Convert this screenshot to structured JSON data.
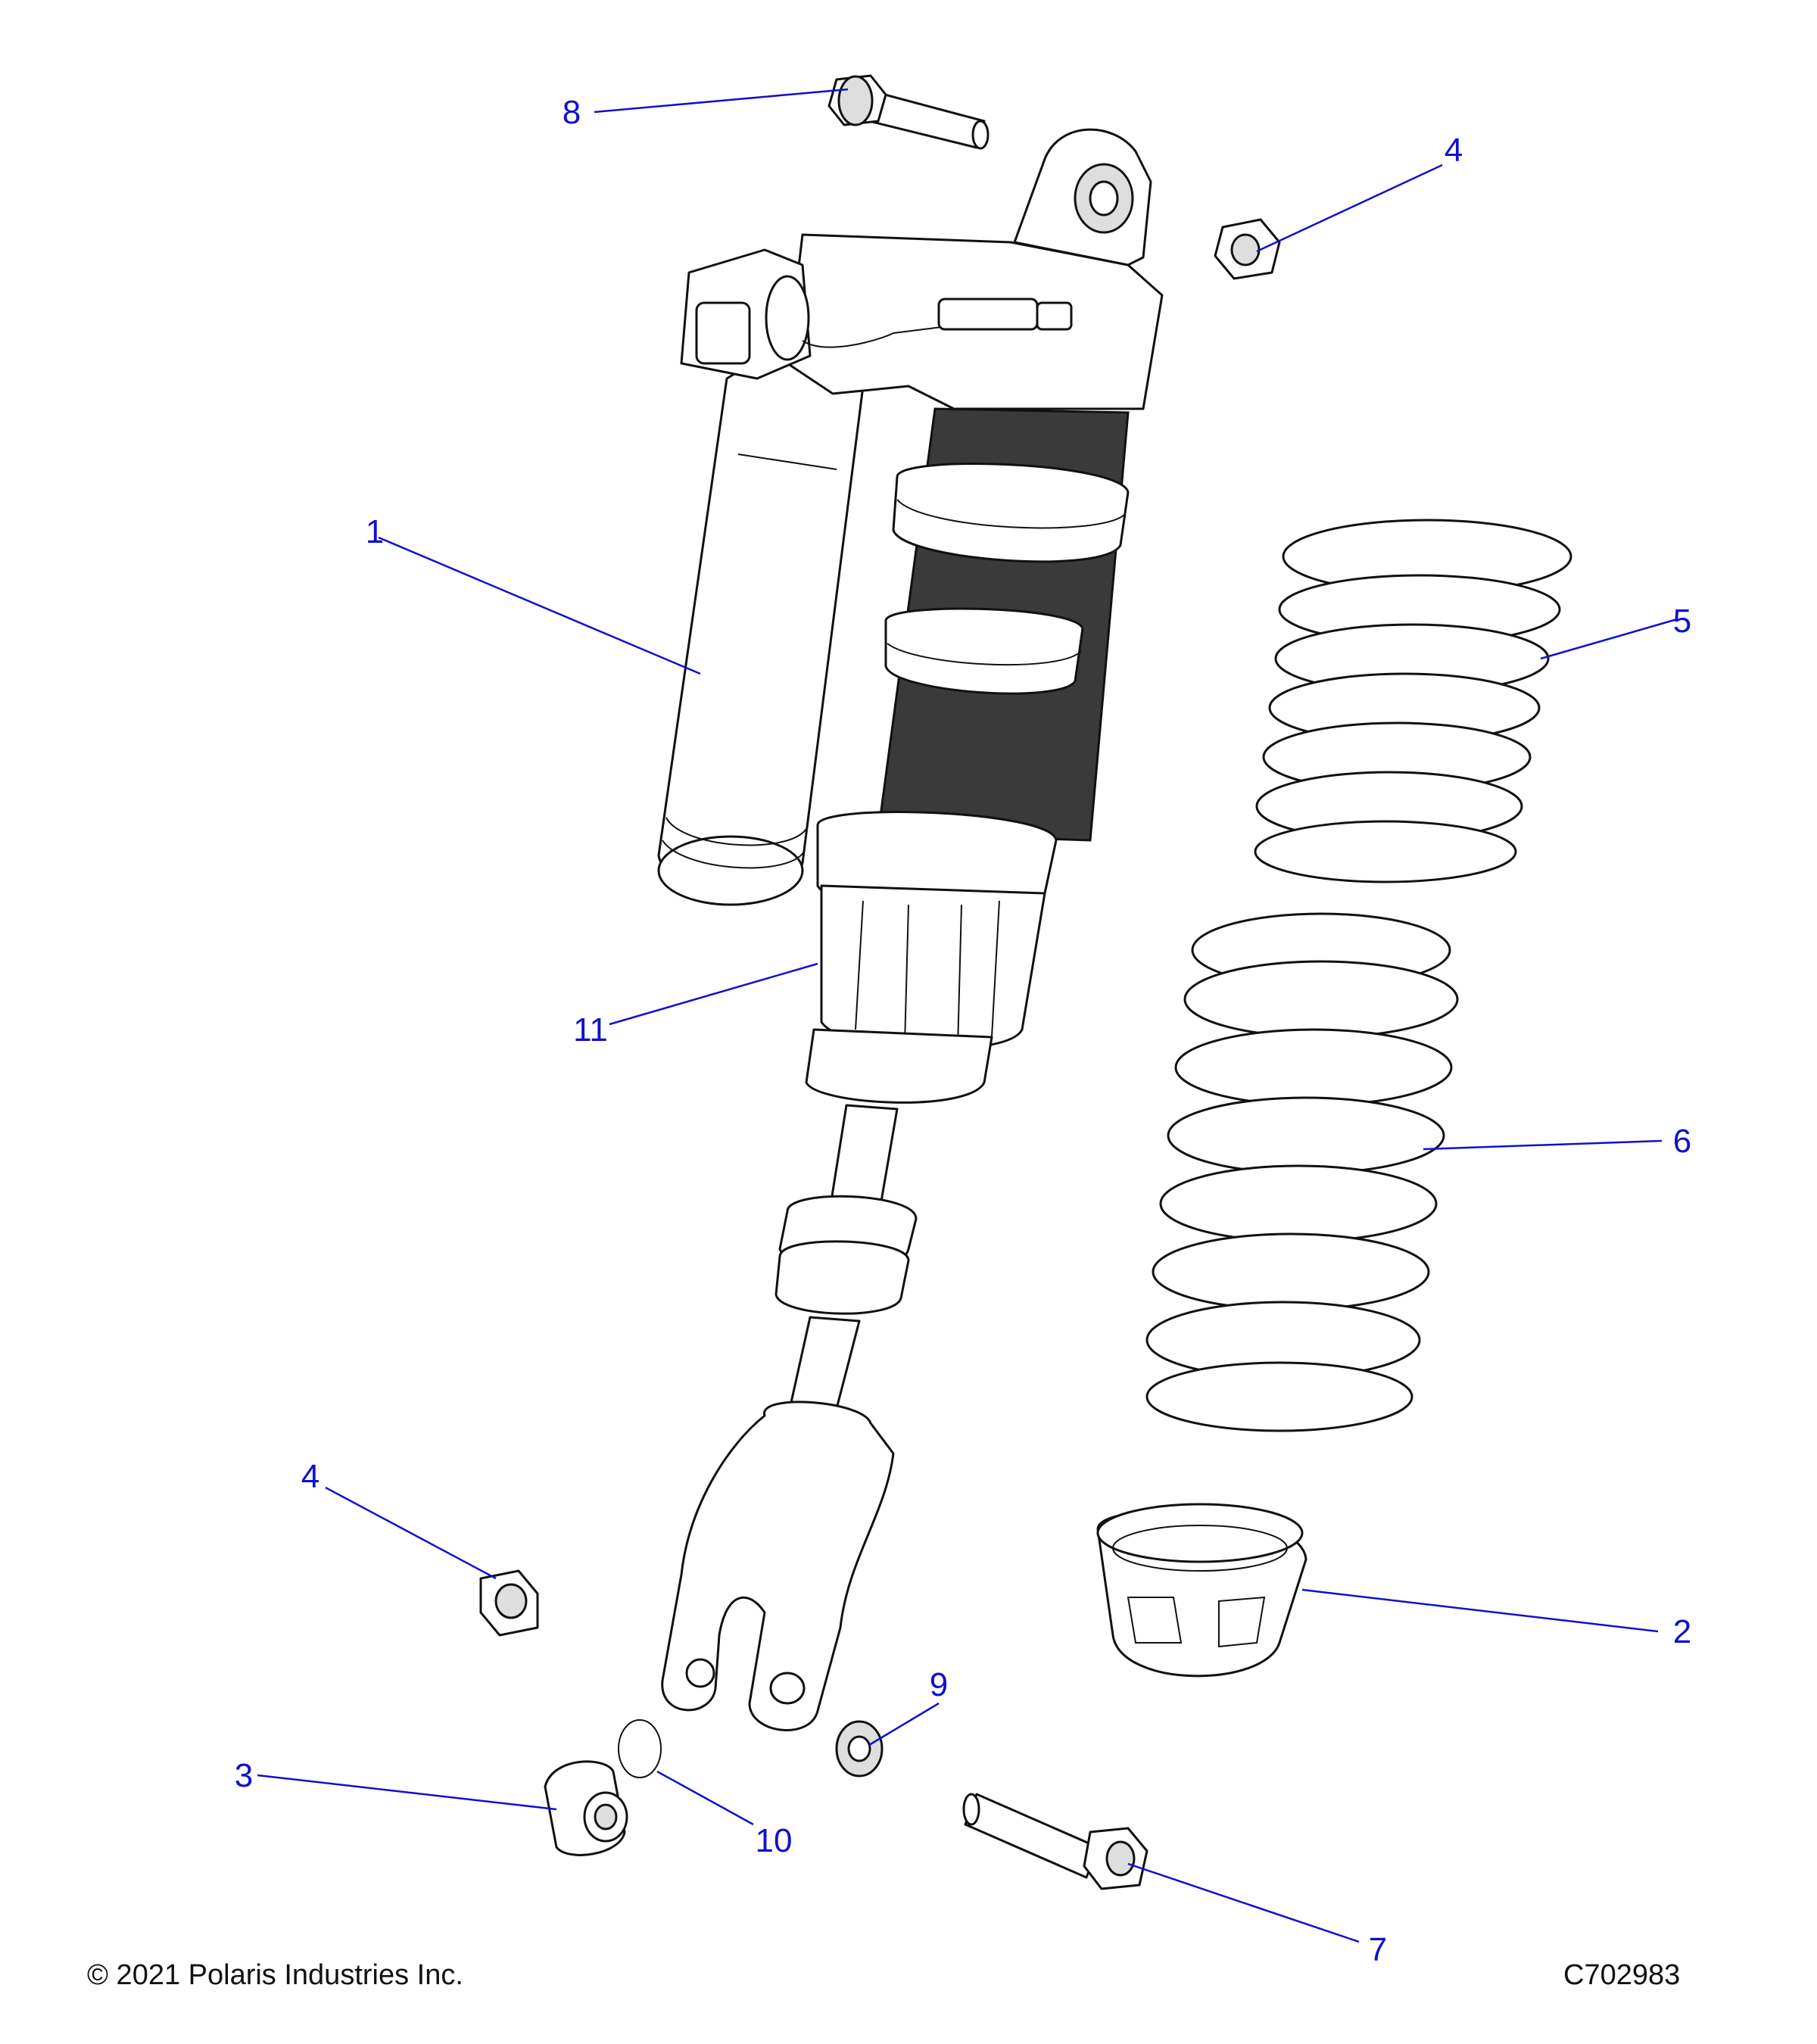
{
  "callouts": [
    {
      "id": "1",
      "label": "1"
    },
    {
      "id": "2",
      "label": "2"
    },
    {
      "id": "3",
      "label": "3"
    },
    {
      "id": "4a",
      "label": "4"
    },
    {
      "id": "4b",
      "label": "4"
    },
    {
      "id": "5",
      "label": "5"
    },
    {
      "id": "6",
      "label": "6"
    },
    {
      "id": "7",
      "label": "7"
    },
    {
      "id": "8",
      "label": "8"
    },
    {
      "id": "9",
      "label": "9"
    },
    {
      "id": "10",
      "label": "10"
    },
    {
      "id": "11",
      "label": "11"
    }
  ],
  "footer": {
    "copyright": "© 2021 Polaris Industries Inc.",
    "figure_code": "C702983"
  },
  "colors": {
    "callout": "#1010d0",
    "line": "#111111"
  }
}
